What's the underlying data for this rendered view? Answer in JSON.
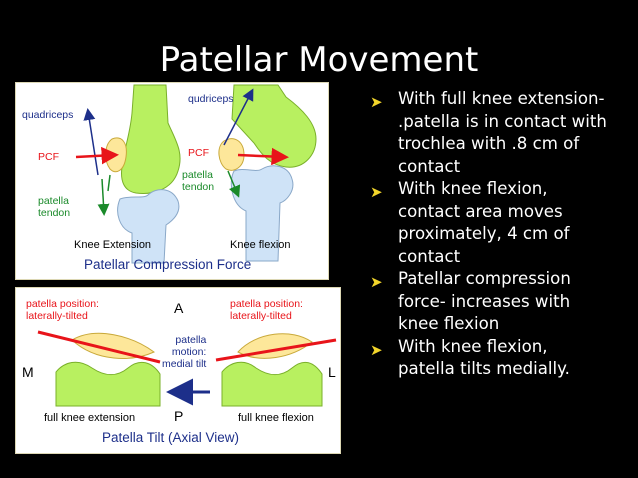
{
  "slide": {
    "title": "Patellar Movement"
  },
  "figure1": {
    "labels": {
      "quadriceps_left": "quadriceps",
      "quadriceps_right": "qudriceps",
      "pcf_left": "PCF",
      "pcf_right": "PCF",
      "patella_tendon_left": [
        "patella",
        "tendon"
      ],
      "patella_tendon_right": [
        "patella",
        "tendon"
      ],
      "knee_extension": "Knee Extension",
      "knee_flexion": "Knee flexion"
    },
    "caption": "Patellar Compression Force"
  },
  "figure2": {
    "labels": {
      "position_left": [
        "patella position:",
        "laterally-tilted"
      ],
      "position_right": [
        "patella position:",
        "laterally-tilted"
      ],
      "anterior": "A",
      "posterior": "P",
      "medial": "M",
      "lateral": "L",
      "motion": [
        "patella",
        "motion:",
        "medial tilt"
      ],
      "full_extension": "full knee extension",
      "full_flexion": "full knee flexion"
    },
    "caption": "Patella Tilt (Axial View)"
  },
  "bullets": [
    {
      "lines": [
        "With full knee extension-",
        ".patella is in contact with",
        "trochlea with .8 cm of",
        "contact"
      ]
    },
    {
      "lines": [
        "With knee flexion,",
        "contact area moves",
        "proximately, 4 cm of",
        "contact"
      ]
    },
    {
      "lines": [
        "Patellar compression",
        "force- increases with",
        "knee flexion"
      ]
    },
    {
      "lines": [
        "With knee flexion,",
        "patella tilts medially."
      ]
    }
  ],
  "colors": {
    "background": "#000000",
    "text": "#ffffff",
    "bullet_arrow": "#f2d52a",
    "bone": "#b8f060",
    "tibia": "#cfe3f7",
    "patella": "#fde79a",
    "force_arrow": "#e8141a",
    "quad_arrow": "#1d2f8a",
    "tendon_arrow": "#1a8a2a"
  },
  "icons": {
    "bullet": "arrowhead-bullet-icon"
  }
}
